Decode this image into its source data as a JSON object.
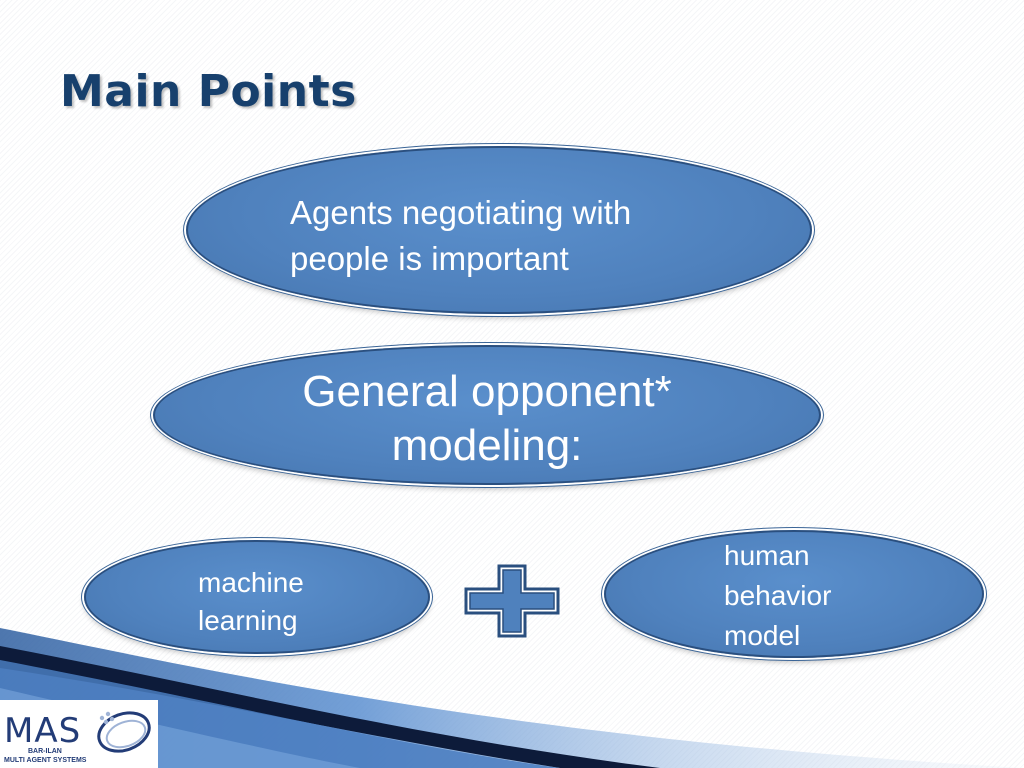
{
  "slide": {
    "title": "Main Points",
    "ovals": {
      "agents": {
        "line1": "Agents negotiating with",
        "line2": "people is important"
      },
      "general": {
        "line1": "General opponent*",
        "line2": "modeling:"
      },
      "machine_learning": {
        "line1": "machine",
        "line2": "learning"
      },
      "human_behavior": {
        "line1": "human",
        "line2": "behavior",
        "line3": "model"
      }
    },
    "plus_icon": "plus-icon"
  },
  "logo": {
    "name": "MAS",
    "subtitle1": "BAR-ILAN",
    "subtitle2": "MULTI AGENT SYSTEMS"
  },
  "colors": {
    "title": "#17406d",
    "oval_fill": "#4f81bd",
    "oval_border": "#2a4f7f",
    "plus_fill": "#4f81bd"
  }
}
